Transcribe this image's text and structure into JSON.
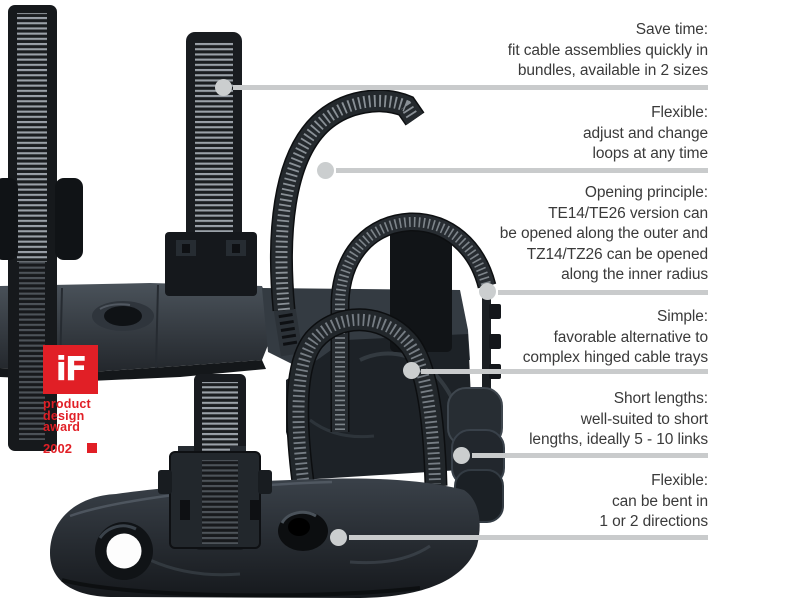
{
  "award_badge": {
    "logo_text": "iF",
    "lines": [
      "product",
      "design",
      "award"
    ],
    "year": "2002",
    "red": "#e11f26"
  },
  "callouts": [
    {
      "title": "Save time:",
      "lines": [
        "fit cable assemblies quickly in",
        "bundles, available in 2 sizes"
      ]
    },
    {
      "title": "Flexible:",
      "lines": [
        "adjust and change",
        "loops at any time"
      ]
    },
    {
      "title": "Opening principle:",
      "lines": [
        "TE14/TE26 version can",
        "be opened along the outer and",
        "TZ14/TZ26 can be opened",
        "along the inner radius"
      ]
    },
    {
      "title": "Simple:",
      "lines": [
        "favorable alternative to",
        "complex hinged cable trays"
      ]
    },
    {
      "title": "Short lengths:",
      "lines": [
        "well-suited to short",
        "lengths, ideally 5 - 10 links"
      ]
    },
    {
      "title": "Flexible:",
      "lines": [
        "can be bent in",
        "1 or 2 directions"
      ]
    }
  ],
  "style": {
    "callout_text_color": "#3a3a3a",
    "callout_line_color": "#c9cbcc",
    "accent_red": "#e11f26"
  }
}
